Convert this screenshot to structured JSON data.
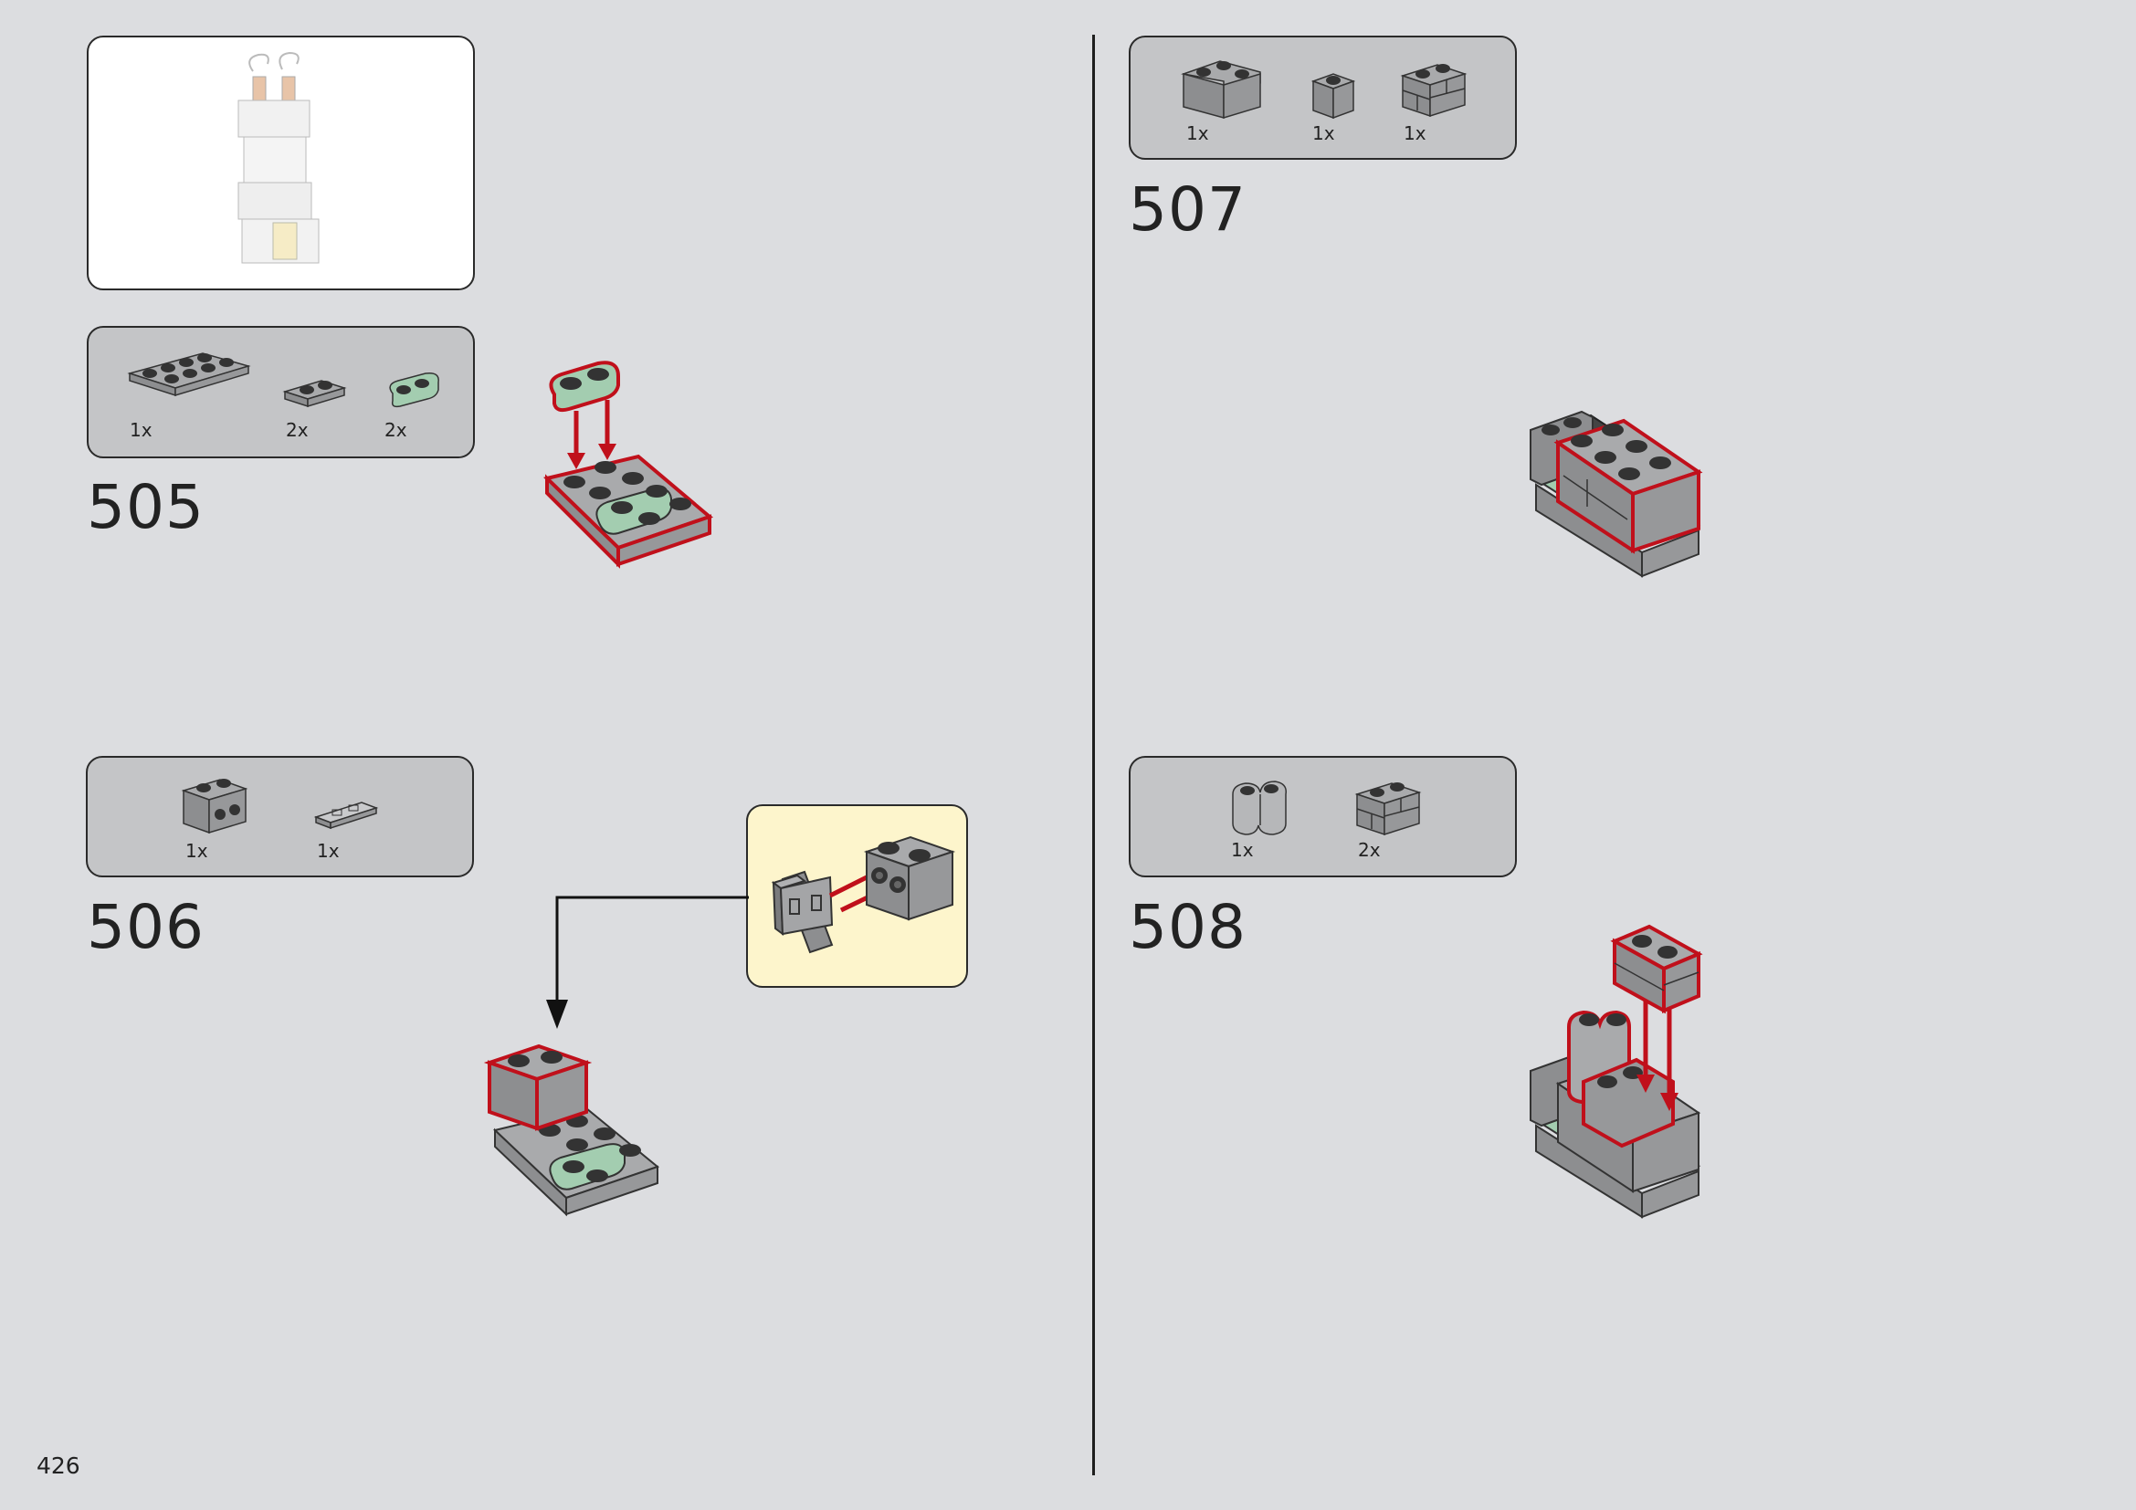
{
  "page": {
    "number": "426"
  },
  "steps": [
    {
      "number": "505",
      "parts": [
        {
          "qty": "1x",
          "icon": "plate-2x4-gray-icon"
        },
        {
          "qty": "2x",
          "icon": "plate-1x2-gray-icon"
        },
        {
          "qty": "2x",
          "icon": "plate-1x2-rounded-green-icon"
        }
      ]
    },
    {
      "number": "506",
      "parts": [
        {
          "qty": "1x",
          "icon": "brick-1x2-studs-side-icon"
        },
        {
          "qty": "1x",
          "icon": "tile-grille-icon"
        }
      ]
    },
    {
      "number": "507",
      "parts": [
        {
          "qty": "1x",
          "icon": "brick-corner-gray-icon"
        },
        {
          "qty": "1x",
          "icon": "brick-1x1-gray-icon"
        },
        {
          "qty": "1x",
          "icon": "brick-masonry-gray-icon"
        }
      ]
    },
    {
      "number": "508",
      "parts": [
        {
          "qty": "1x",
          "icon": "brick-round-gray-icon"
        },
        {
          "qty": "2x",
          "icon": "brick-masonry-gray-icon"
        }
      ]
    }
  ],
  "colors": {
    "background": "#dcdde0",
    "parts_panel": "#c4c5c7",
    "callout": "#fdf5cc",
    "highlight": "#c0101b",
    "brick_gray": "#a0a1a3",
    "plate_green": "#a3cdb0"
  }
}
